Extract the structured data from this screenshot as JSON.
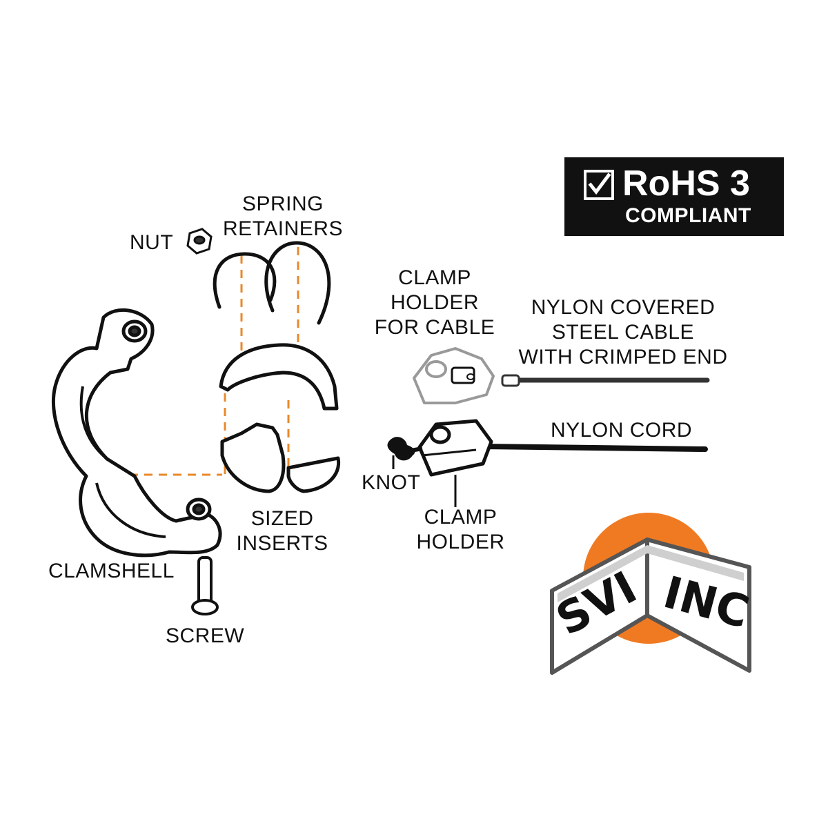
{
  "badge": {
    "title": "RoHS 3",
    "subtitle": "COMPLIANT",
    "icon": "checkbox-icon",
    "background": "#111111"
  },
  "labels": {
    "nut": "NUT",
    "spring_retainers": [
      "SPRING",
      "RETAINERS"
    ],
    "clamp_holder_for_cable": [
      "CLAMP",
      "HOLDER",
      "FOR CABLE"
    ],
    "nylon_covered_cable": [
      "NYLON COVERED",
      "STEEL CABLE",
      "WITH CRIMPED END"
    ],
    "nylon_cord": "NYLON CORD",
    "knot": "KNOT",
    "clamp_holder": [
      "CLAMP",
      "HOLDER"
    ],
    "sized_inserts": [
      "SIZED",
      "INSERTS"
    ],
    "clamshell": "CLAMSHELL",
    "screw": "SCREW"
  },
  "logo": {
    "left_text": "SVI",
    "right_text": "INC",
    "circle_color": "#F07A22"
  },
  "colors": {
    "guide_lines": "#E8892B",
    "ink": "#111111",
    "ghost_part": "#999999"
  }
}
